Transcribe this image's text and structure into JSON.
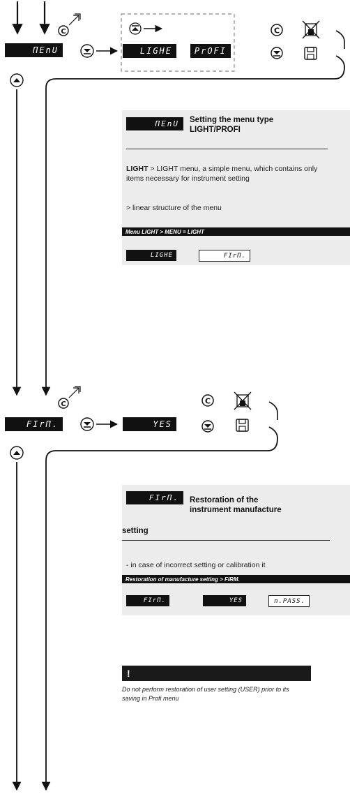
{
  "section_menu": {
    "display_menu": "ΠEnU",
    "option_light": "LIGHE",
    "option_profi": "PrOFI",
    "title_line1": "Setting the menu type",
    "title_line2": "LIGHT/PROFI",
    "desc_keyword": "LIGHT",
    "desc_rest": " > LIGHT menu, a simple menu, which contains only items necessary for instrument setting",
    "desc_line2": "> linear structure of the menu",
    "bar_label": "Menu LIGHT > MENU = LIGHT",
    "example_display1": "LIGHE",
    "example_display2": "FIrΠ."
  },
  "section_firm": {
    "display_firm": "FIrΠ.",
    "option_yes": "YES",
    "title_line1": "Restoration of the",
    "title_line2": "instrument manufacture",
    "title_line3": "setting",
    "desc": "- in case of incorrect setting or calibration it",
    "bar_label": "Restoration of manufacture setting   > FIRM.",
    "example_display1": "FIrΠ.",
    "example_display2": "YES",
    "example_display3": "n.PASS."
  },
  "warning": {
    "mark": "!",
    "text": "Do not perform restoration of user setting (USER) prior to its saving in Profi menu"
  },
  "icons": [
    "down-arrow-icon",
    "up-button-icon",
    "down-button-icon",
    "copyright-c-icon",
    "crossed-box-icon",
    "floppy-save-icon",
    "arrow-right-icon"
  ]
}
